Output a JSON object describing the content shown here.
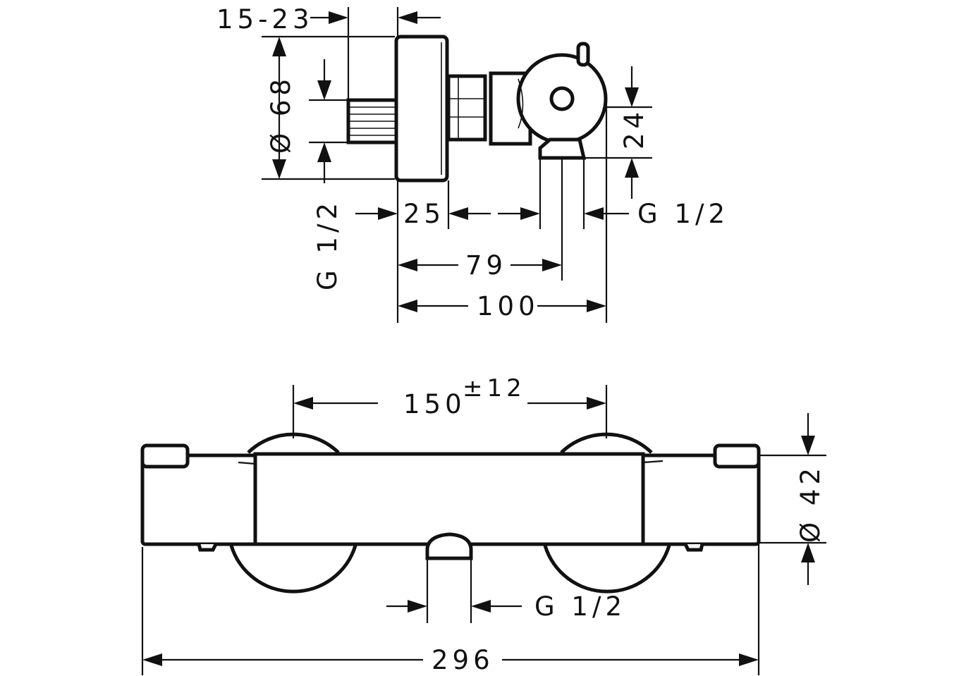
{
  "dims": {
    "d15_23": "15-23",
    "d68": "Ø 68",
    "g12_left": "G 1/2",
    "d25": "25",
    "g12_right": "G 1/2",
    "d24": "24",
    "d79": "79",
    "d100": "100",
    "d150": "150",
    "d150_tol": "±12",
    "d42": "Ø 42",
    "g12_bottom": "G 1/2",
    "d296": "296"
  }
}
